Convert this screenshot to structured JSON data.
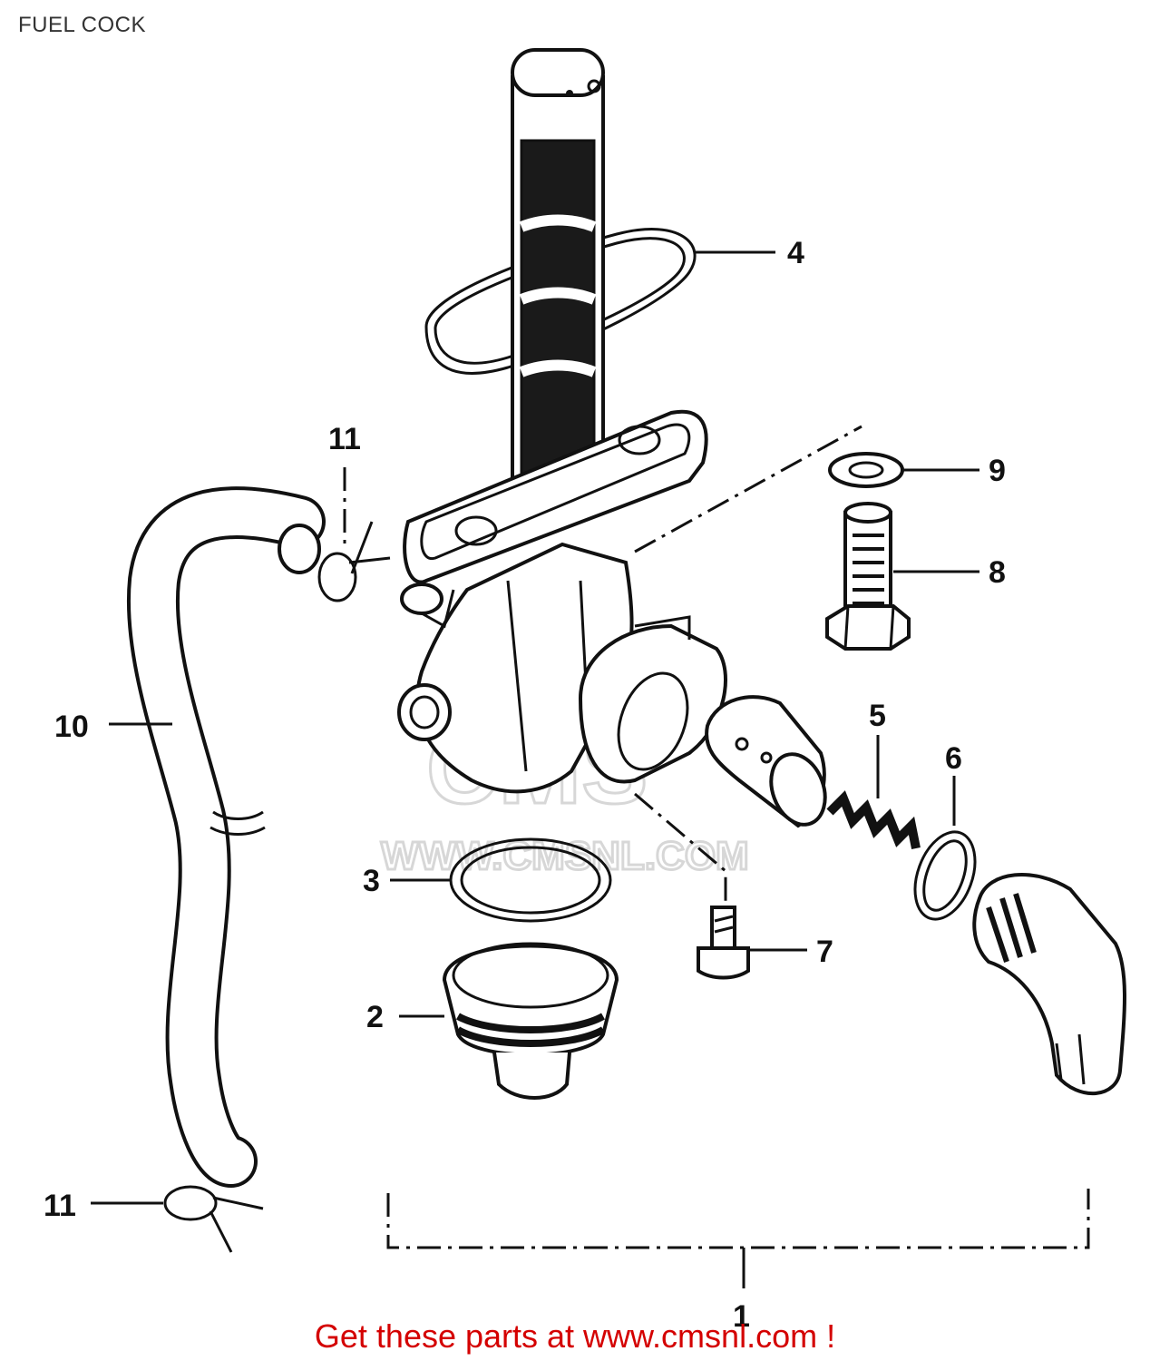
{
  "title": "FUEL COCK",
  "watermark": "WWW.CMSNL.COM",
  "footer": "Get these parts at www.cmsnl.com !",
  "colors": {
    "footer_text": "#d40000",
    "line": "#111111",
    "watermark": "#d7d7d7"
  },
  "callouts": [
    {
      "number": "1",
      "part": "fuel-cock-assembly"
    },
    {
      "number": "2",
      "part": "sediment-cup"
    },
    {
      "number": "3",
      "part": "cup-o-ring"
    },
    {
      "number": "4",
      "part": "tank-gasket"
    },
    {
      "number": "5",
      "part": "lever-spring"
    },
    {
      "number": "6",
      "part": "seal-washer"
    },
    {
      "number": "7",
      "part": "lever-screw"
    },
    {
      "number": "8",
      "part": "mounting-bolt"
    },
    {
      "number": "9",
      "part": "bolt-washer"
    },
    {
      "number": "10",
      "part": "fuel-hose"
    },
    {
      "number": "11",
      "part": "hose-clip-upper"
    },
    {
      "number": "11",
      "part": "hose-clip-lower"
    }
  ]
}
